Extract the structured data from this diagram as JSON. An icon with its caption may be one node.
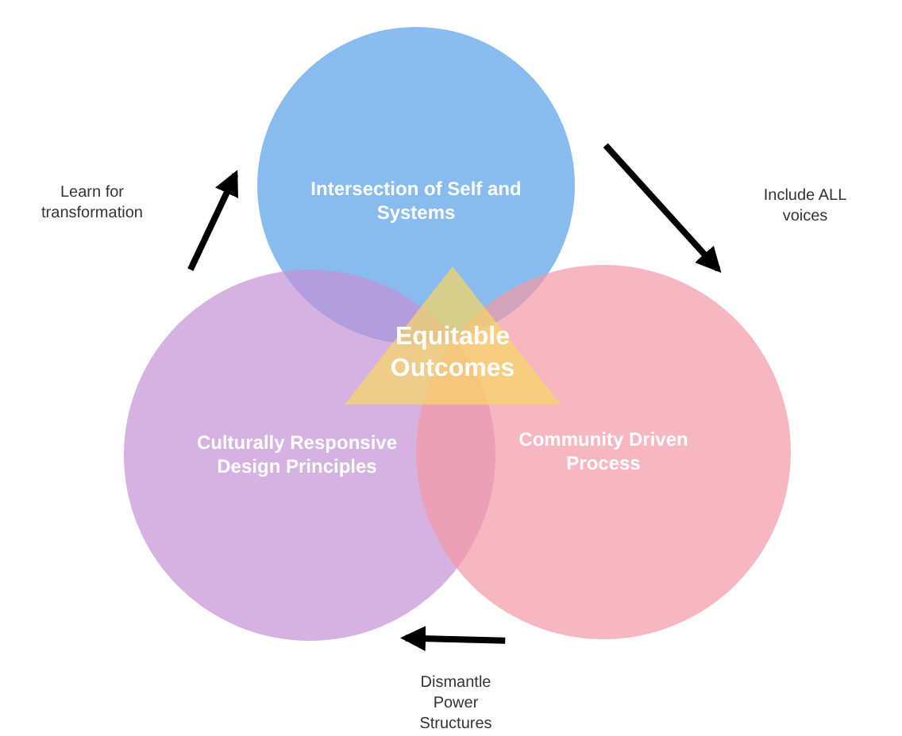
{
  "diagram": {
    "nodes": [
      {
        "text": [
          "Intersection of Self and Systems"
        ]
      },
      {
        "text": [
          "Equitable Outcomes"
        ]
      },
      {
        "text": [
          "Culturally Responsive Design Principles"
        ]
      },
      {
        "text": [
          "Community Driven Process"
        ]
      }
    ],
    "edges": [
      {
        "from": 2,
        "to": 0,
        "arrow": "to",
        "label": "Learn for transformation"
      },
      {
        "from": 0,
        "to": 3,
        "arrow": "to",
        "label": "Include ALL voices"
      },
      {
        "from": 3,
        "to": 2,
        "arrow": "to",
        "label": "Dismantle Power Structures"
      }
    ]
  }
}
